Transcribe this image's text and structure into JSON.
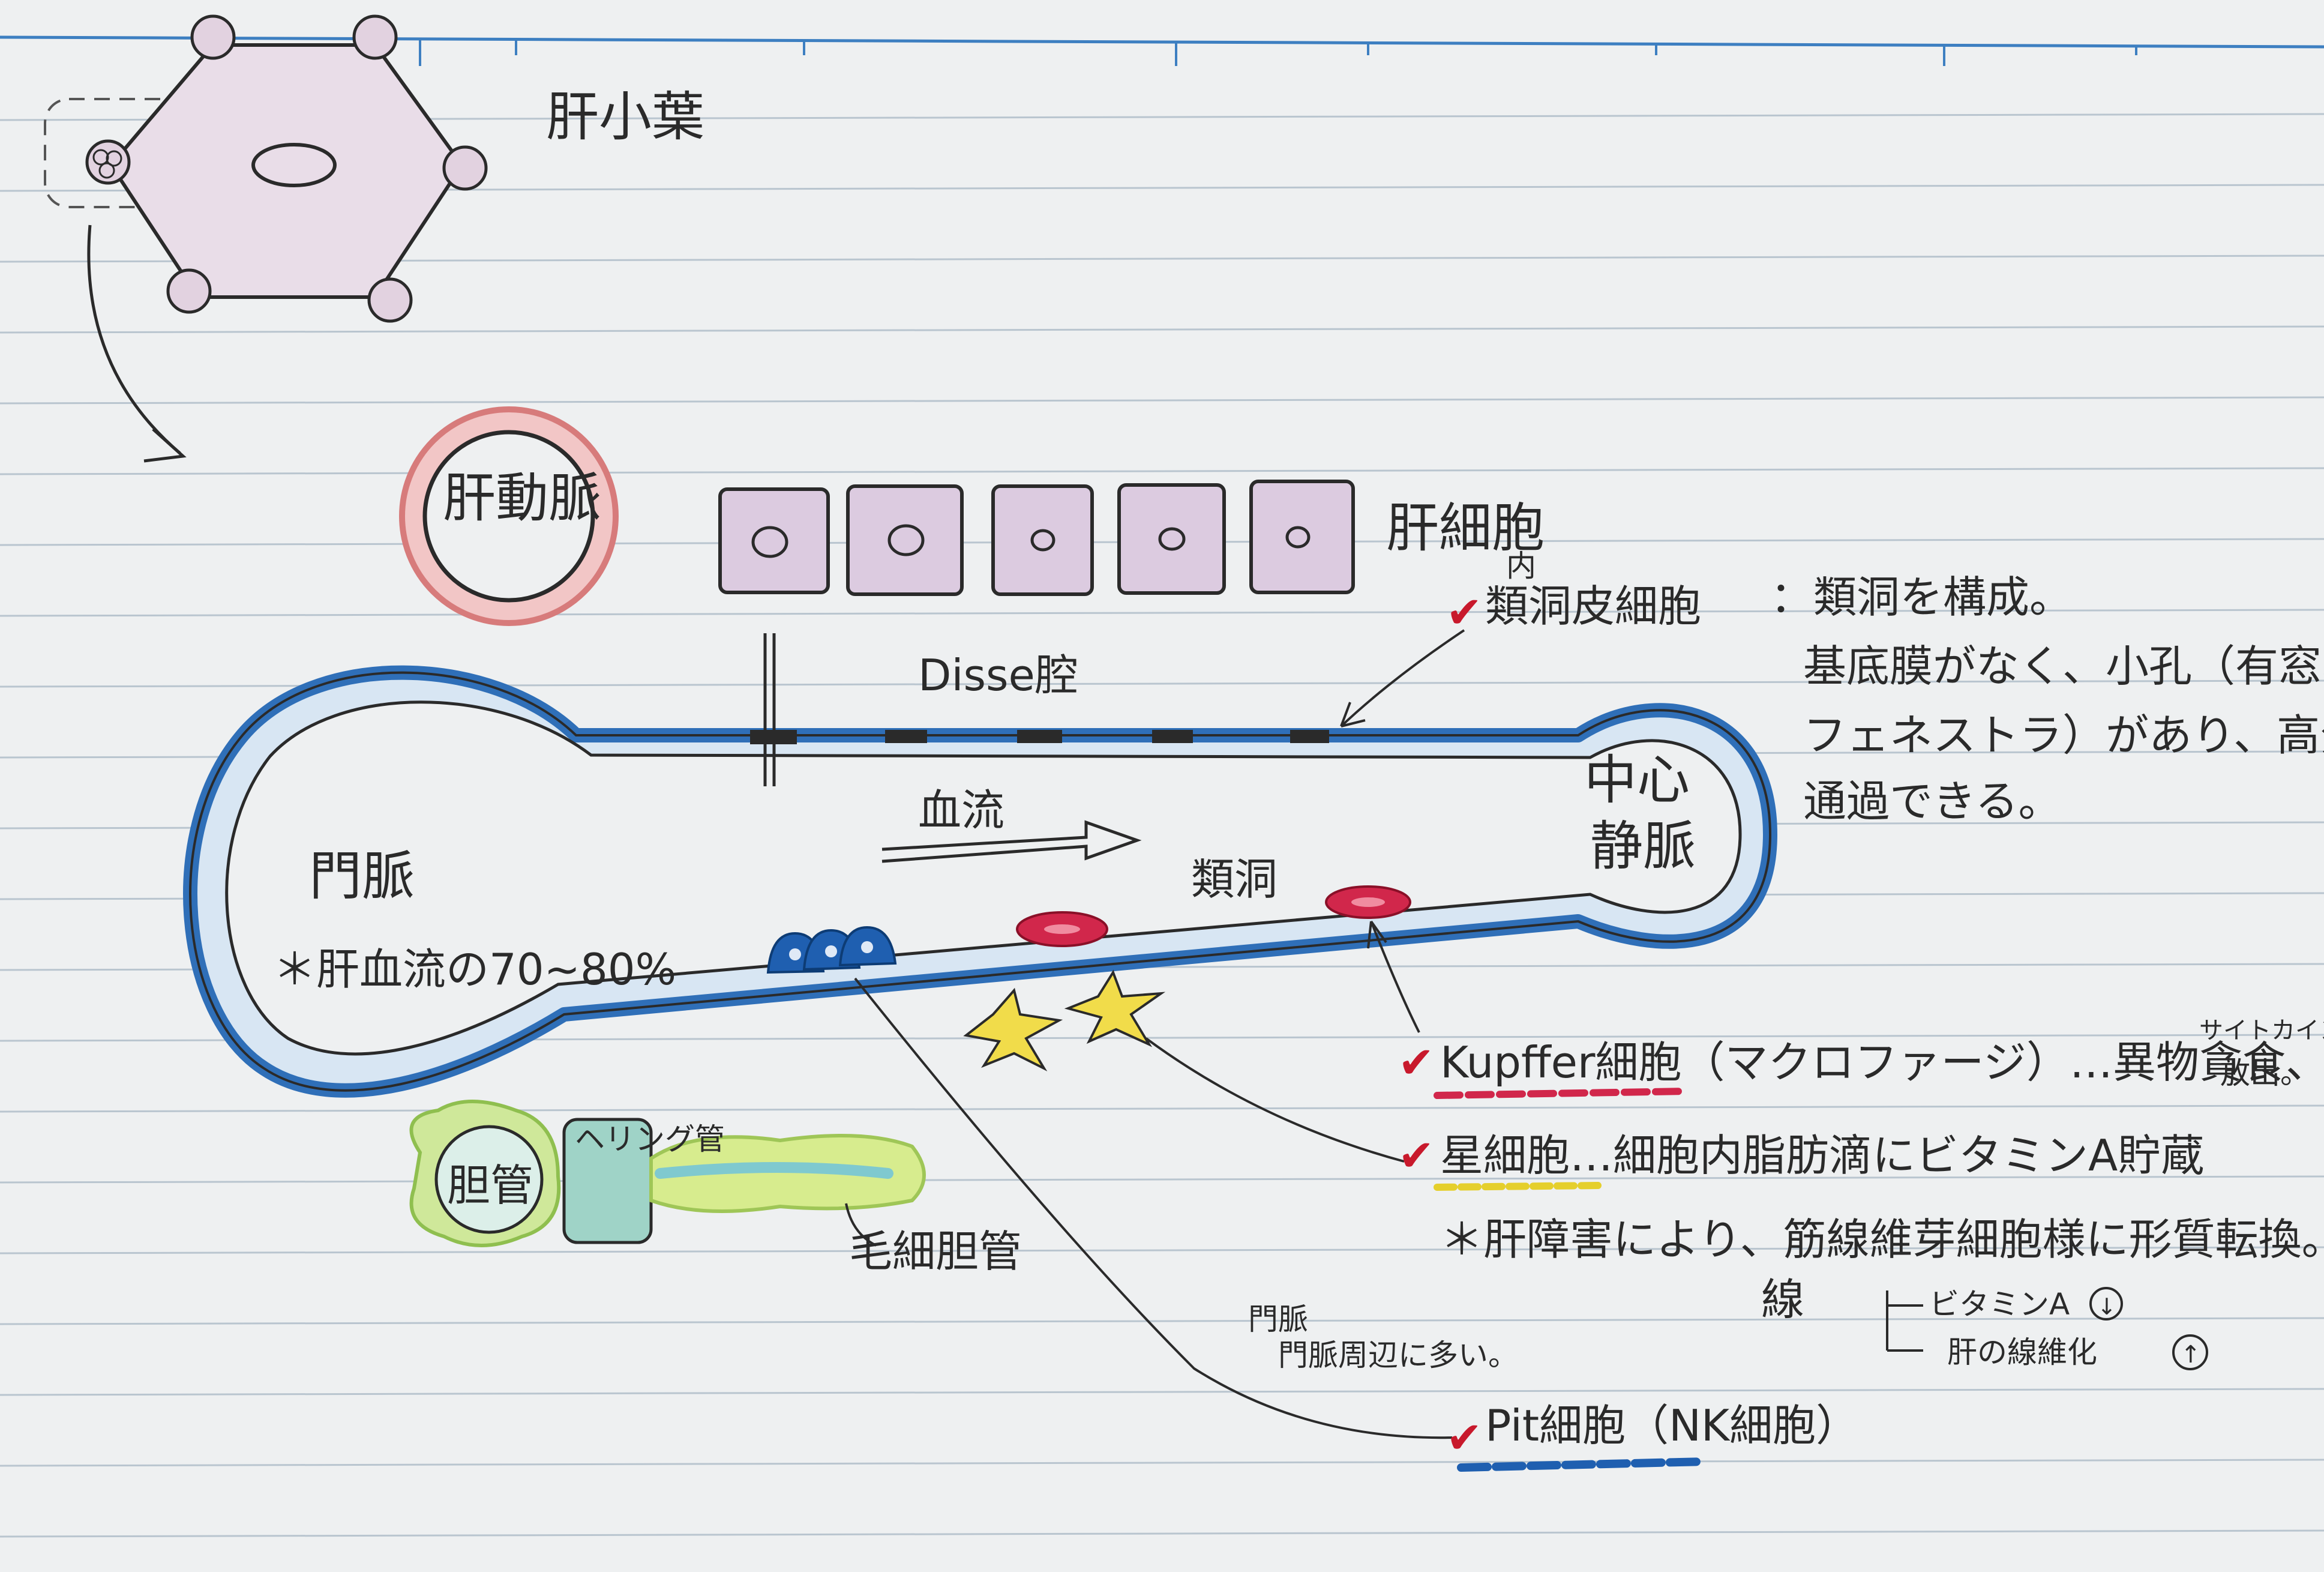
{
  "colors": {
    "paper": "#eef0f1",
    "ruled_line": "#b9c5cf",
    "top_rule": "#3d7fc1",
    "ink": "#2a2a2a",
    "vessel_blue": "#2f6fb8",
    "vessel_fill": "#d8e6f3",
    "hepatocyte_fill": "#dccbe0",
    "artery_fill": "#f2c6c6",
    "kupffer_red": "#d1274b",
    "stellate_yellow": "#f1dc4a",
    "pit_blue": "#1f5fb0",
    "bile_green": "#cfe89a",
    "bile_teal": "#9fd3c7",
    "check_red": "#c8192c"
  },
  "labels": {
    "lobule": "肝小葉",
    "hepatic_artery": "肝動脈",
    "hepatocyte": "肝細胞",
    "disse_space": "Disse腔",
    "blood_flow": "血流",
    "sinusoid": "類洞",
    "portal_vein": "門脈",
    "portal_vein_note": "＊肝血流の70~80%",
    "central_vein": "中心静脈",
    "bile_duct": "胆管",
    "hering_canal": "ヘリング管",
    "bile_canaliculus": "毛細胆管",
    "portal_periphery_note": "門脈周辺に多い。"
  },
  "notes": {
    "endothelial": {
      "check": "✔",
      "superscript": "内",
      "title": "類洞皮細胞",
      "line1": "：類洞を構成。",
      "line2": "基底膜がなく、小孔（有窓、",
      "line3": "フェネストラ）があり、高分子が",
      "line4": "通過できる。"
    },
    "kupffer": {
      "check": "✔",
      "text": "Kupffer細胞（マクロファージ）…異物貪食、",
      "side_top": "サイトカイン",
      "side_bottom": "放出。"
    },
    "stellate": {
      "check": "✔",
      "text": "星細胞…細胞内脂肪滴にビタミンA貯蔵",
      "note": "＊肝障害により、筋線維芽細胞様に形質転換。",
      "hand_char": "線",
      "result1": "ビタミンA",
      "result1_symbol": "↓",
      "result2": "肝の線維化",
      "result2_symbol": "↑"
    },
    "pit": {
      "check": "✔",
      "text": "Pit細胞（NK細胞）"
    }
  }
}
